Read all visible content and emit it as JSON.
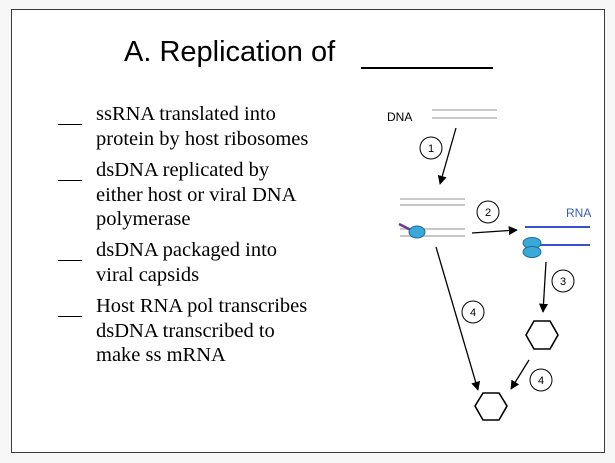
{
  "title": "A.  Replication of",
  "items": [
    {
      "lines": [
        "ssRNA translated into",
        "protein by host ribosomes"
      ]
    },
    {
      "lines": [
        "dsDNA replicated by",
        "either host or viral DNA",
        "polymerase"
      ]
    },
    {
      "lines": [
        "dsDNA packaged into",
        "viral capsids"
      ]
    },
    {
      "lines": [
        "Host RNA pol transcribes",
        "dsDNA transcribed to",
        "make ss mRNA"
      ]
    }
  ],
  "diagram": {
    "dna_label": "DNA",
    "rna_label": "RNA",
    "steps": [
      "1",
      "2",
      "3",
      "4",
      "4"
    ],
    "colors": {
      "rna": "#3a4fd0",
      "rna_label": "#3a5fb8",
      "ribosome": "#3aa8d8",
      "strand": "#c8c8c8"
    }
  }
}
